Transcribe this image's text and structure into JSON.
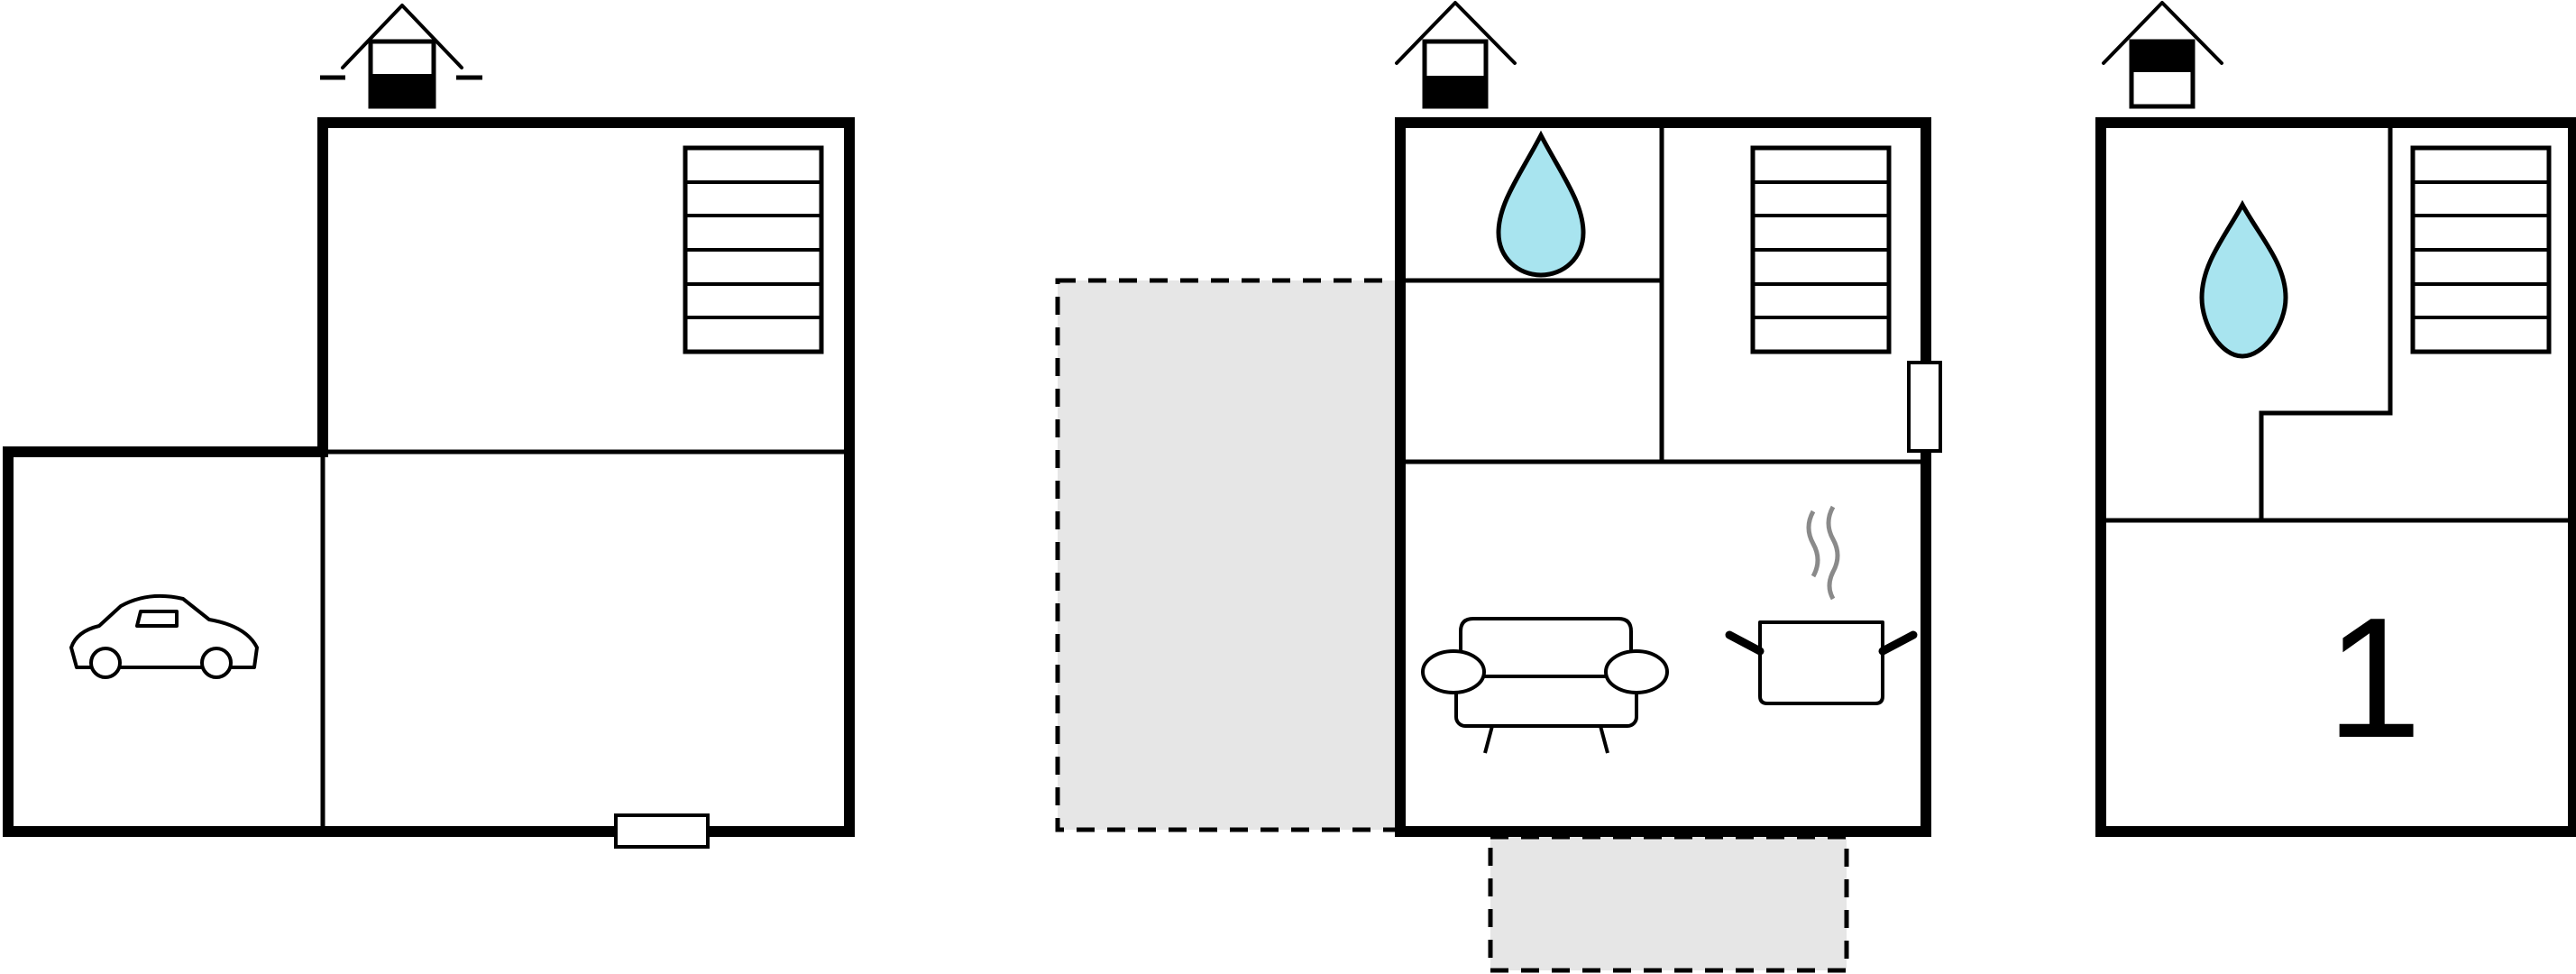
{
  "floorplans": [
    {
      "id": "floor-1",
      "room_numbers": []
    },
    {
      "id": "floor-2",
      "room_numbers": []
    },
    {
      "id": "floor-3",
      "room_numbers": [
        "1"
      ]
    }
  ],
  "colors": {
    "wall": "#000000",
    "water_drop": "#a8e4ef",
    "terrace_fill": "#e6e6e6",
    "steam": "#8a8a8a",
    "entrance_fill": "#000000"
  },
  "icons": [
    "entrance-icon",
    "stairs-icon",
    "car-icon",
    "water-drop-icon",
    "sofa-icon",
    "cooking-pot-icon"
  ]
}
